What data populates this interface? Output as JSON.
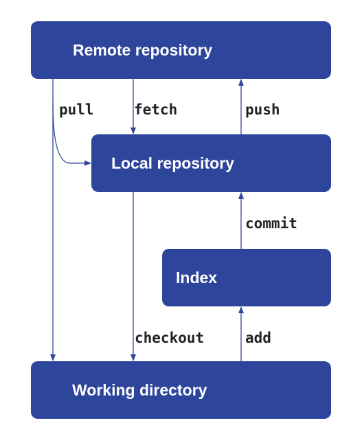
{
  "diagram": {
    "nodes": {
      "remote": "Remote repository",
      "local": "Local repository",
      "index": "Index",
      "working": "Working directory"
    },
    "edges": {
      "pull": "pull",
      "fetch": "fetch",
      "push": "push",
      "commit": "commit",
      "checkout": "checkout",
      "add": "add"
    },
    "colors": {
      "box": "#2e459c",
      "arrow": "#2e459c",
      "box_text": "#ffffff",
      "label_text": "#222222"
    }
  }
}
